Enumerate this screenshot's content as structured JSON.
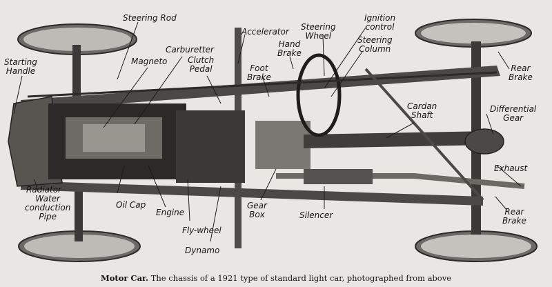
{
  "labels": {
    "steering_rod": "Steering Rod",
    "accelerator": "Accelerator",
    "steering_wheel": "Steering\nWheel",
    "ignition_control": "Ignition\ncontrol",
    "hand_brake": "Hand\nBrake",
    "steering_column": "Steering\nColumn",
    "starting_handle": "Starting\nHandle",
    "magneto": "Magneto",
    "carburetter": "Carburetter",
    "clutch_pedal": "Clutch\nPedal",
    "foot_brake": "Foot\nBrake",
    "rear_brake_top": "Rear\nBrake",
    "cardan_shaft": "Cardan\nShaft",
    "differential_gear": "Differential\nGear",
    "exhaust": "Exhaust",
    "radiator": "Radiator",
    "water_conduction_pipe": "Water\nconduction\nPipe",
    "oil_cap": "Oil Cap",
    "engine": "Engine",
    "fly_wheel": "Fly-wheel",
    "dynamo": "Dynamo",
    "gear_box": "Gear\nBox",
    "silencer": "Silencer",
    "rear_brake_bottom": "Rear\nBrake"
  },
  "caption": {
    "title": "Motor Car.",
    "text": "The chassis of a 1921 type of standard light car, photographed from above"
  }
}
